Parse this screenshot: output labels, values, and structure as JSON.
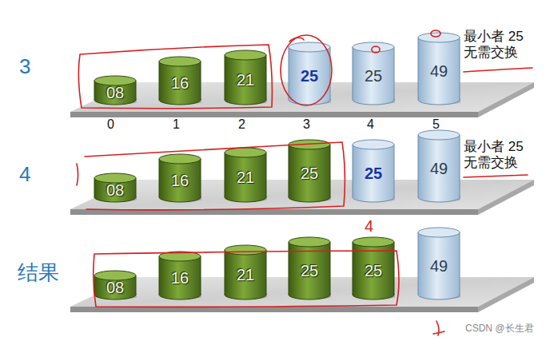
{
  "diagram": {
    "nodes": [
      {
        "text": [
          "08"
        ]
      },
      {
        "text": [
          "16"
        ]
      },
      {
        "text": [
          "21"
        ]
      },
      {
        "text": [
          "25"
        ]
      },
      {
        "text": [
          "25"
        ]
      },
      {
        "text": [
          "49"
        ]
      },
      {
        "text": [
          "08"
        ]
      },
      {
        "text": [
          "16"
        ]
      },
      {
        "text": [
          "21"
        ]
      },
      {
        "text": [
          "25"
        ]
      },
      {
        "text": [
          "25"
        ]
      },
      {
        "text": [
          "49"
        ]
      },
      {
        "text": [
          "08"
        ]
      },
      {
        "text": [
          "16"
        ]
      },
      {
        "text": [
          "21"
        ]
      },
      {
        "text": [
          "25"
        ]
      },
      {
        "text": [
          "25"
        ]
      },
      {
        "text": [
          "49"
        ]
      }
    ],
    "labels": [
      "3",
      "最小者 25 无需交换",
      "0",
      "1",
      "2",
      "3",
      "4",
      "5",
      "4",
      "最小者 25 无需交换",
      "4",
      "结果",
      "CSDN @长生君"
    ]
  }
}
